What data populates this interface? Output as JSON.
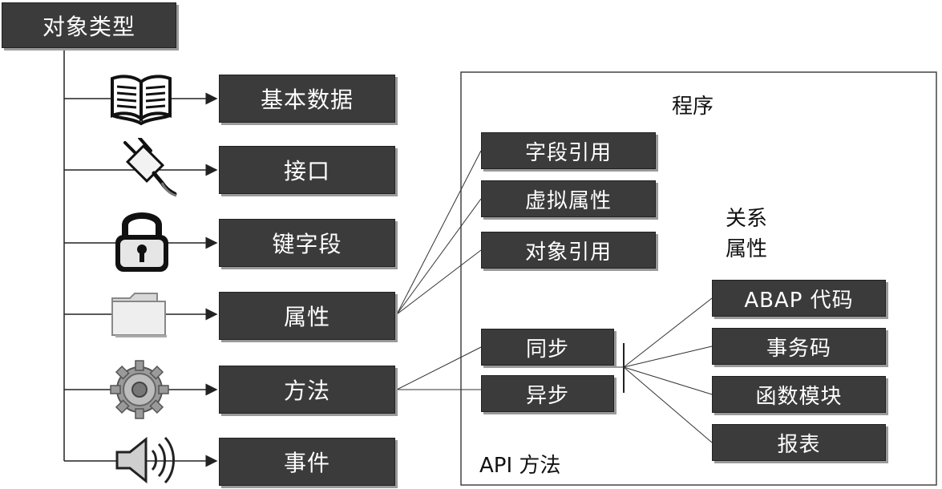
{
  "root": {
    "label": "对象类型"
  },
  "object_types": [
    {
      "label": "基本数据",
      "icon": "open-book-icon"
    },
    {
      "label": "接口",
      "icon": "plug-icon"
    },
    {
      "label": "键字段",
      "icon": "padlock-icon"
    },
    {
      "label": "属性",
      "icon": "folder-icon"
    },
    {
      "label": "方法",
      "icon": "gear-icon"
    },
    {
      "label": "事件",
      "icon": "speaker-icon"
    }
  ],
  "program_panel": {
    "title": "程序",
    "footer": "API 方法",
    "relation_label_line1": "关系",
    "relation_label_line2": "属性"
  },
  "attribute_items": [
    "字段引用",
    "虚拟属性",
    "对象引用"
  ],
  "method_items": [
    "同步",
    "异步"
  ],
  "implementation_items": [
    "ABAP 代码",
    "事务码",
    "函数模块",
    "报表"
  ],
  "colors": {
    "box_fill": "#3b3b3b",
    "box_text": "#ffffff",
    "line": "#222222",
    "shadow": "#9a9a9a"
  }
}
